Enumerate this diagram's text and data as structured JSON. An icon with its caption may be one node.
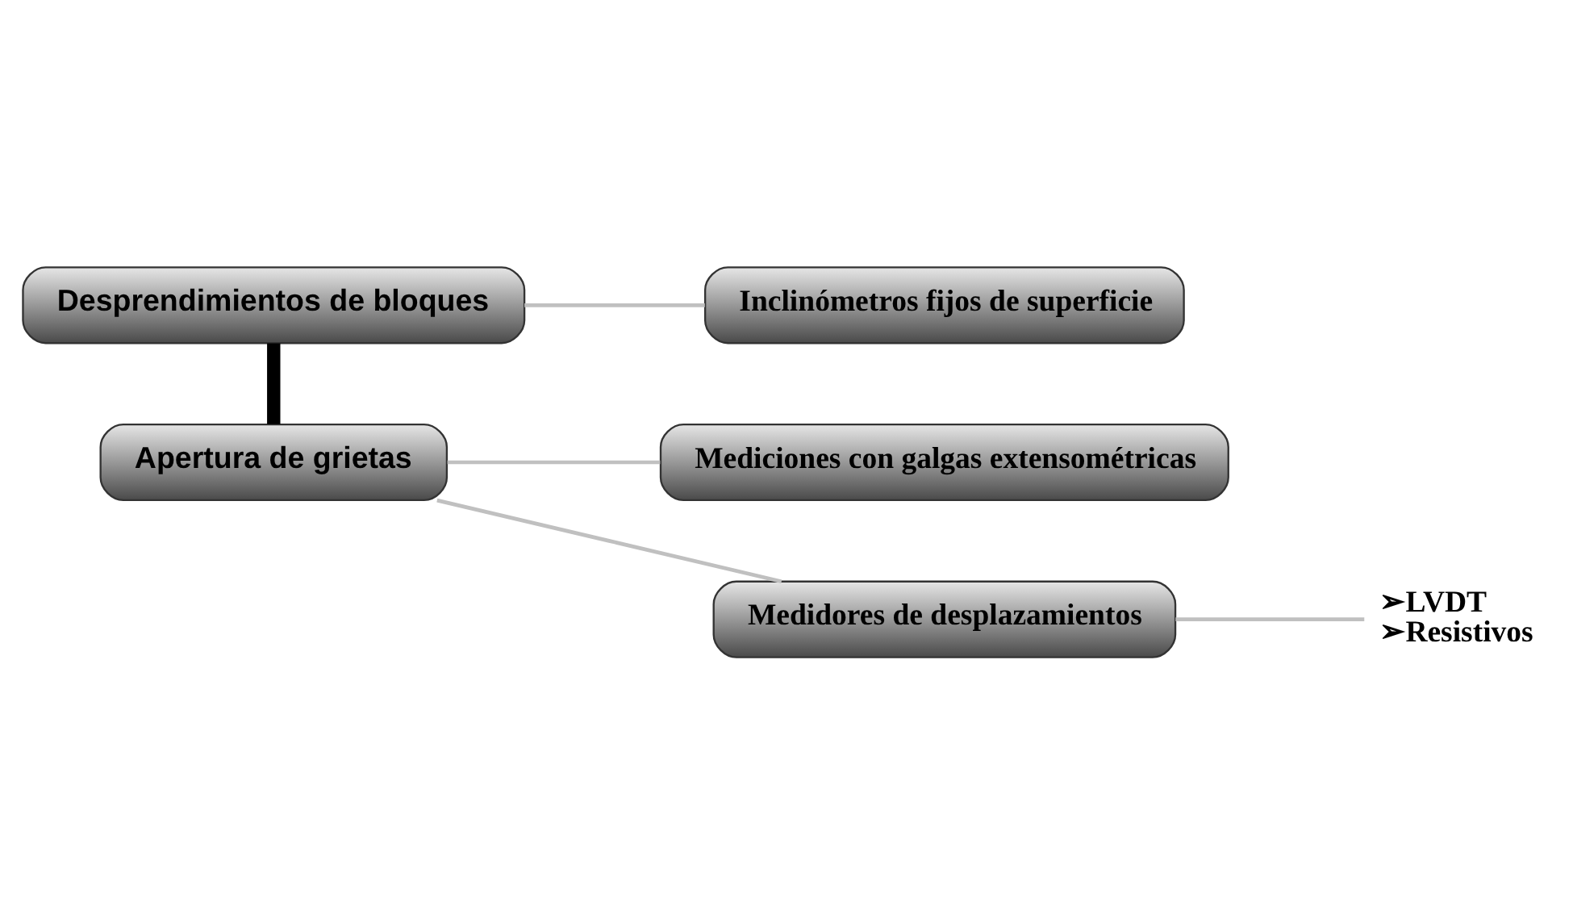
{
  "diagram": {
    "nodes": [
      {
        "text": [
          "Desprendimientos de bloques"
        ]
      },
      {
        "text": [
          "Inclinómetros fijos de superficie"
        ]
      },
      {
        "text": [
          "Apertura de grietas"
        ]
      },
      {
        "text": [
          "Mediciones con galgas extensométricas"
        ]
      },
      {
        "text": [
          "Medidores de desplazamientos"
        ]
      },
      {
        "text": [
          "➢LVDT",
          "➢Resistivos"
        ]
      }
    ],
    "edges": [
      {
        "from": 0,
        "to": 1,
        "arrow": "none"
      },
      {
        "from": 0,
        "to": 2,
        "arrow": "none",
        "style": "thick",
        "color": "#000000"
      },
      {
        "from": 2,
        "to": 3,
        "arrow": "none"
      },
      {
        "from": 2,
        "to": 4,
        "arrow": "none"
      },
      {
        "from": 4,
        "to": 5,
        "arrow": "none"
      }
    ]
  }
}
